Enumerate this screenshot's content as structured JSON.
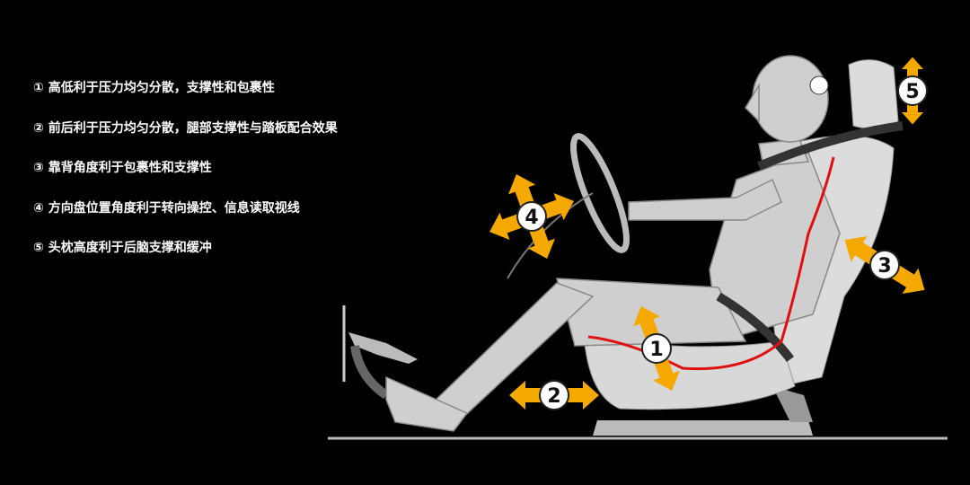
{
  "legend": {
    "items": [
      {
        "label": "① 高低利于压力均匀分散，支撑性和包裹性"
      },
      {
        "label": "② 前后利于压力均匀分散，腿部支撑性与踏板配合效果"
      },
      {
        "label": "③ 靠背角度利于包裹性和支撑性"
      },
      {
        "label": "④ 方向盘位置角度利于转向操控、信息读取视线"
      },
      {
        "label": "⑤ 头枕高度利于后脑支撑和缓冲"
      }
    ]
  },
  "markers": [
    "1",
    "2",
    "3",
    "4",
    "5"
  ],
  "colors": {
    "arrow": "#f5a800",
    "curve": "#e01010",
    "figure": "#cfcfcf",
    "seat": "#dcdcdc",
    "background": "#000000"
  }
}
